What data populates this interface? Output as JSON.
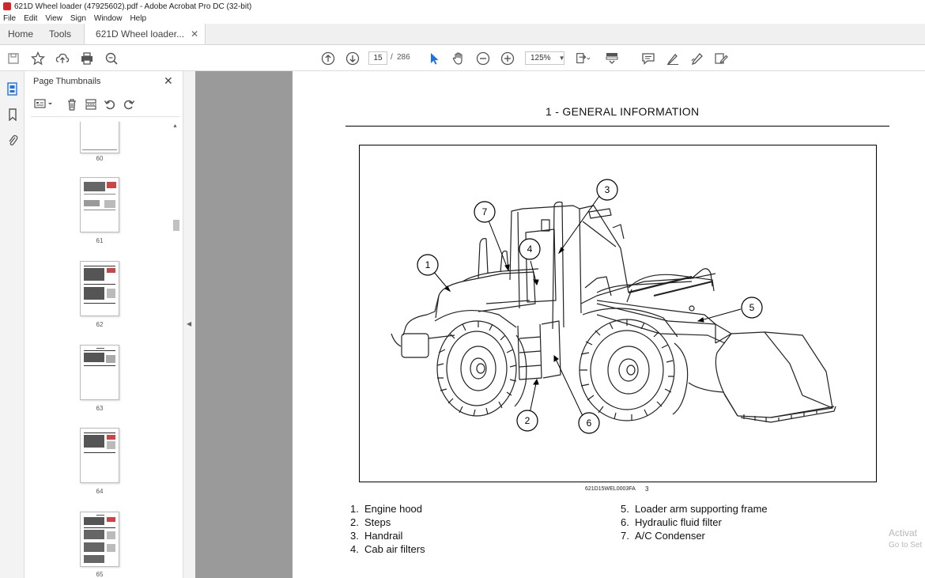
{
  "window": {
    "title": "621D Wheel loader (47925602).pdf - Adobe Acrobat Pro DC (32-bit)"
  },
  "menu": [
    "File",
    "Edit",
    "View",
    "Sign",
    "Window",
    "Help"
  ],
  "tabs": {
    "home": "Home",
    "tools": "Tools",
    "document": "621D Wheel loader...",
    "close": "✕"
  },
  "toolbar": {
    "page_current": "15",
    "page_sep": "/",
    "page_total": "286",
    "zoom": "125%"
  },
  "thumbnails": {
    "title": "Page Thumbnails",
    "close": "✕",
    "pages": [
      "60",
      "61",
      "62",
      "63",
      "64",
      "65"
    ]
  },
  "document": {
    "heading": "1 - GENERAL INFORMATION",
    "figure_code": "621D15WEL0003FA",
    "figure_number": "3",
    "callouts": [
      "1",
      "2",
      "3",
      "4",
      "5",
      "6",
      "7"
    ],
    "legend": [
      {
        "num": "1.",
        "label": "Engine hood"
      },
      {
        "num": "2.",
        "label": "Steps"
      },
      {
        "num": "3.",
        "label": "Handrail"
      },
      {
        "num": "4.",
        "label": "Cab air filters"
      },
      {
        "num": "5.",
        "label": "Loader arm supporting frame"
      },
      {
        "num": "6.",
        "label": "Hydraulic fluid filter"
      },
      {
        "num": "7.",
        "label": "A/C Condenser"
      }
    ]
  },
  "overlay": {
    "activate_line1": "Activat",
    "activate_line2": "Go to Set"
  },
  "icons": {
    "toolbar": [
      "save-icon",
      "bookmark-star-icon",
      "upload-icon",
      "print-icon",
      "zoom-search-icon",
      "page-up-icon",
      "page-down-icon",
      "select-arrow-icon",
      "hand-icon",
      "zoom-out-icon",
      "zoom-in-icon",
      "fit-page-icon",
      "scroll-mode-icon",
      "comment-icon",
      "highlight-pen-icon",
      "sign-icon",
      "fill-sign-icon"
    ],
    "rail": [
      "thumbnails-icon",
      "bookmarks-icon",
      "attachments-icon"
    ]
  },
  "colors": {
    "accent": "#1a73e8",
    "acrobat_red": "#d1262b",
    "doc_background": "#9a9a9a"
  }
}
